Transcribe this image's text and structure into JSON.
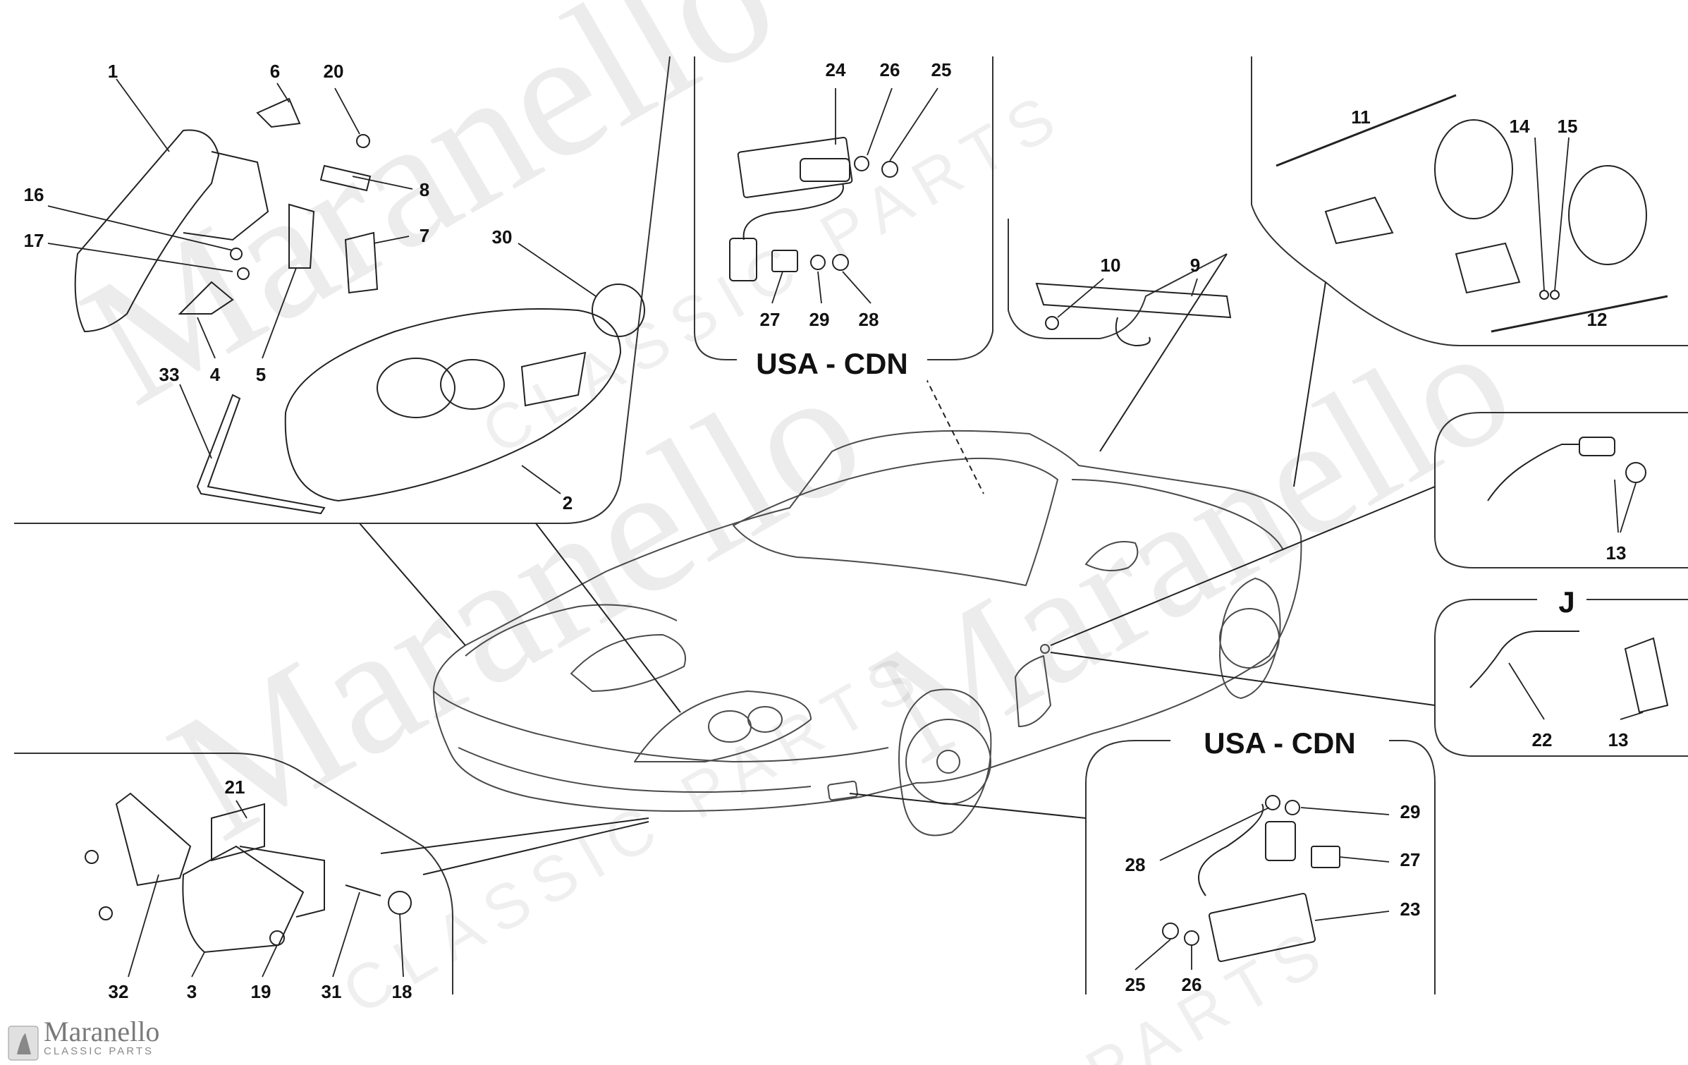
{
  "regions": {
    "usa_cdn_top": "USA - CDN",
    "usa_cdn_bottom": "USA - CDN",
    "j": "J"
  },
  "callouts": {
    "c1": "1",
    "c6": "6",
    "c20": "20",
    "c8": "8",
    "c7": "7",
    "c16": "16",
    "c17": "17",
    "c30": "30",
    "c33": "33",
    "c4": "4",
    "c5": "5",
    "c2": "2",
    "c24": "24",
    "c26a": "26",
    "c25a": "25",
    "c27a": "27",
    "c29a": "29",
    "c28a": "28",
    "c10": "10",
    "c9": "9",
    "c11": "11",
    "c14": "14",
    "c15": "15",
    "c12": "12",
    "c13a": "13",
    "c22": "22",
    "c13b": "13",
    "c21": "21",
    "c32": "32",
    "c3": "3",
    "c19": "19",
    "c31": "31",
    "c18": "18",
    "c29b": "29",
    "c28b": "28",
    "c27b": "27",
    "c23": "23",
    "c25b": "25",
    "c26b": "26"
  },
  "watermark": {
    "main": "Maranello",
    "sub": "CLASSIC PARTS",
    "parts": "PARTS"
  },
  "brand": {
    "name": "Maranello",
    "sub": "CLASSIC PARTS"
  },
  "colors": {
    "line": "#222222",
    "car_line": "#444444",
    "watermark": "#000000"
  }
}
